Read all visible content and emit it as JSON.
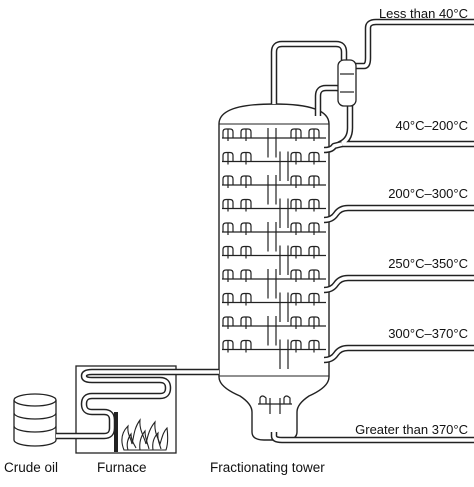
{
  "fractions": [
    {
      "label": "Less than 40°C"
    },
    {
      "label": "40°C–200°C"
    },
    {
      "label": "200°C–300°C"
    },
    {
      "label": "250°C–350°C"
    },
    {
      "label": "300°C–370°C"
    },
    {
      "label": "Greater than 370°C"
    }
  ],
  "captions": {
    "crude_oil": "Crude oil",
    "furnace": "Furnace",
    "tower": "Fractionating tower"
  }
}
